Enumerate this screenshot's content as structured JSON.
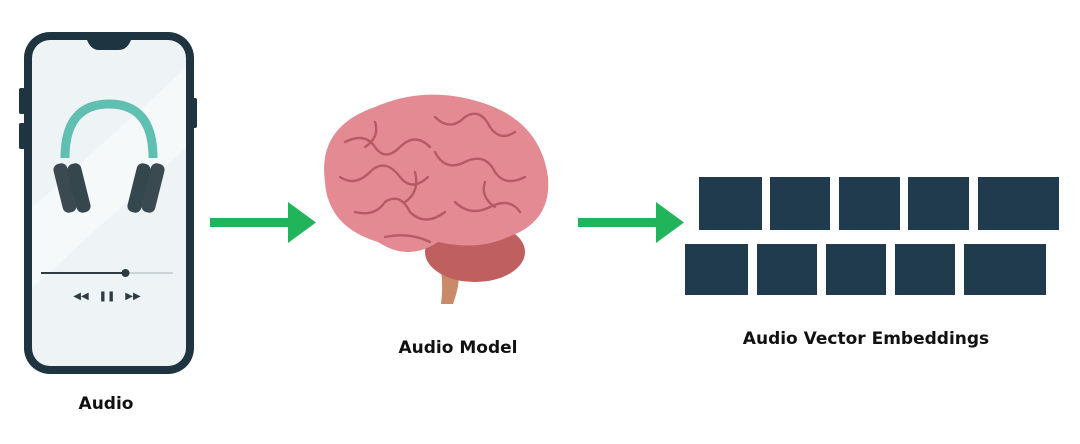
{
  "labels": {
    "audio": "Audio",
    "model": "Audio Model",
    "embeddings": "Audio Vector Embeddings"
  },
  "colors": {
    "arrow": "#22b45a",
    "embedding_box": "#1f3b4d",
    "headphones_band": "#5fbfb0",
    "phone_frame": "#1e3441",
    "brain": "#e48a92"
  },
  "player": {
    "progress": 0.64
  },
  "embeddings": {
    "row1_count": 5,
    "row2_count": 5
  }
}
